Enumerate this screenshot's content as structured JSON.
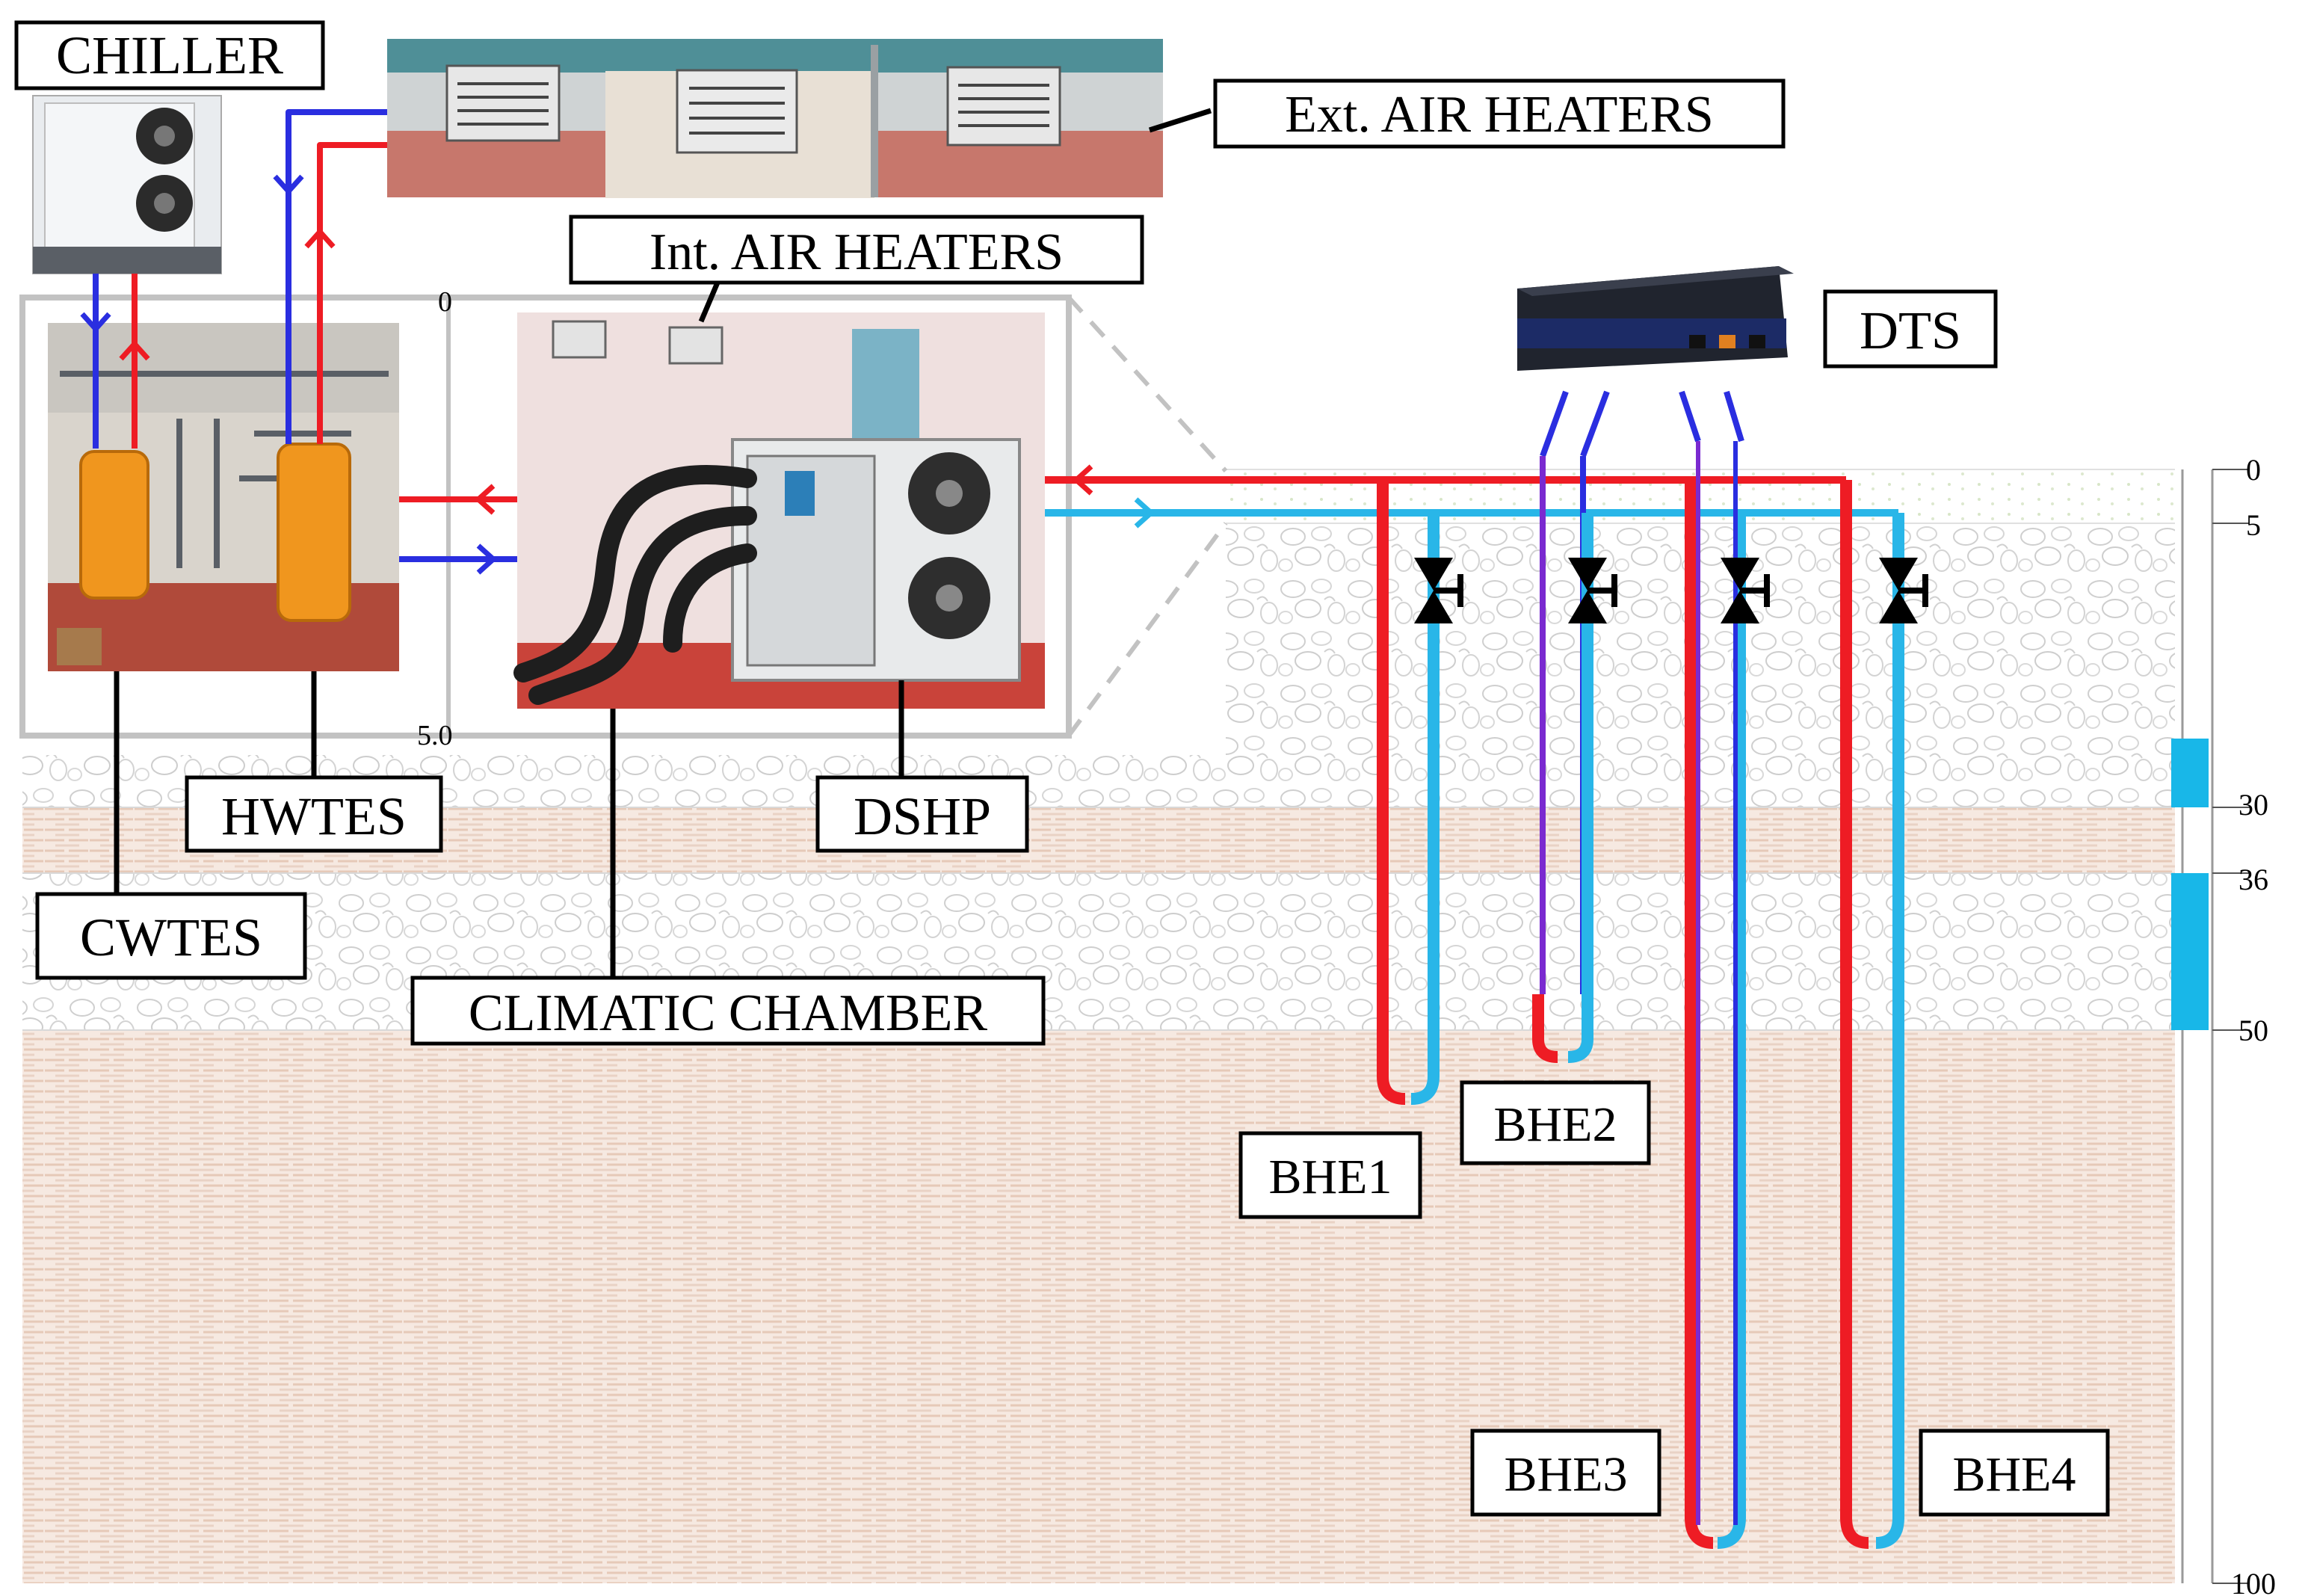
{
  "labels": {
    "chiller": "CHILLER",
    "ext_air_heaters": "Ext. AIR HEATERS",
    "int_air_heaters": "Int. AIR HEATERS",
    "dts": "DTS",
    "hwtes": "HWTES",
    "cwtes": "CWTES",
    "dshp": "DSHP",
    "climatic_chamber": "CLIMATIC CHAMBER",
    "bhe1": "BHE1",
    "bhe2": "BHE2",
    "bhe3": "BHE3",
    "bhe4": "BHE4"
  },
  "inset_scale": {
    "top": "0",
    "bottom": "5.0"
  },
  "depth_scale": [
    "0",
    "5",
    "30",
    "36",
    "50",
    "100"
  ],
  "colors": {
    "hot": "#ee1c24",
    "cold": "#29b6e8",
    "cold_dark": "#2a2ee0",
    "aquifer": "#18b7e8",
    "soil": "#f3e3da",
    "gravel_line": "#c9c9c9"
  }
}
